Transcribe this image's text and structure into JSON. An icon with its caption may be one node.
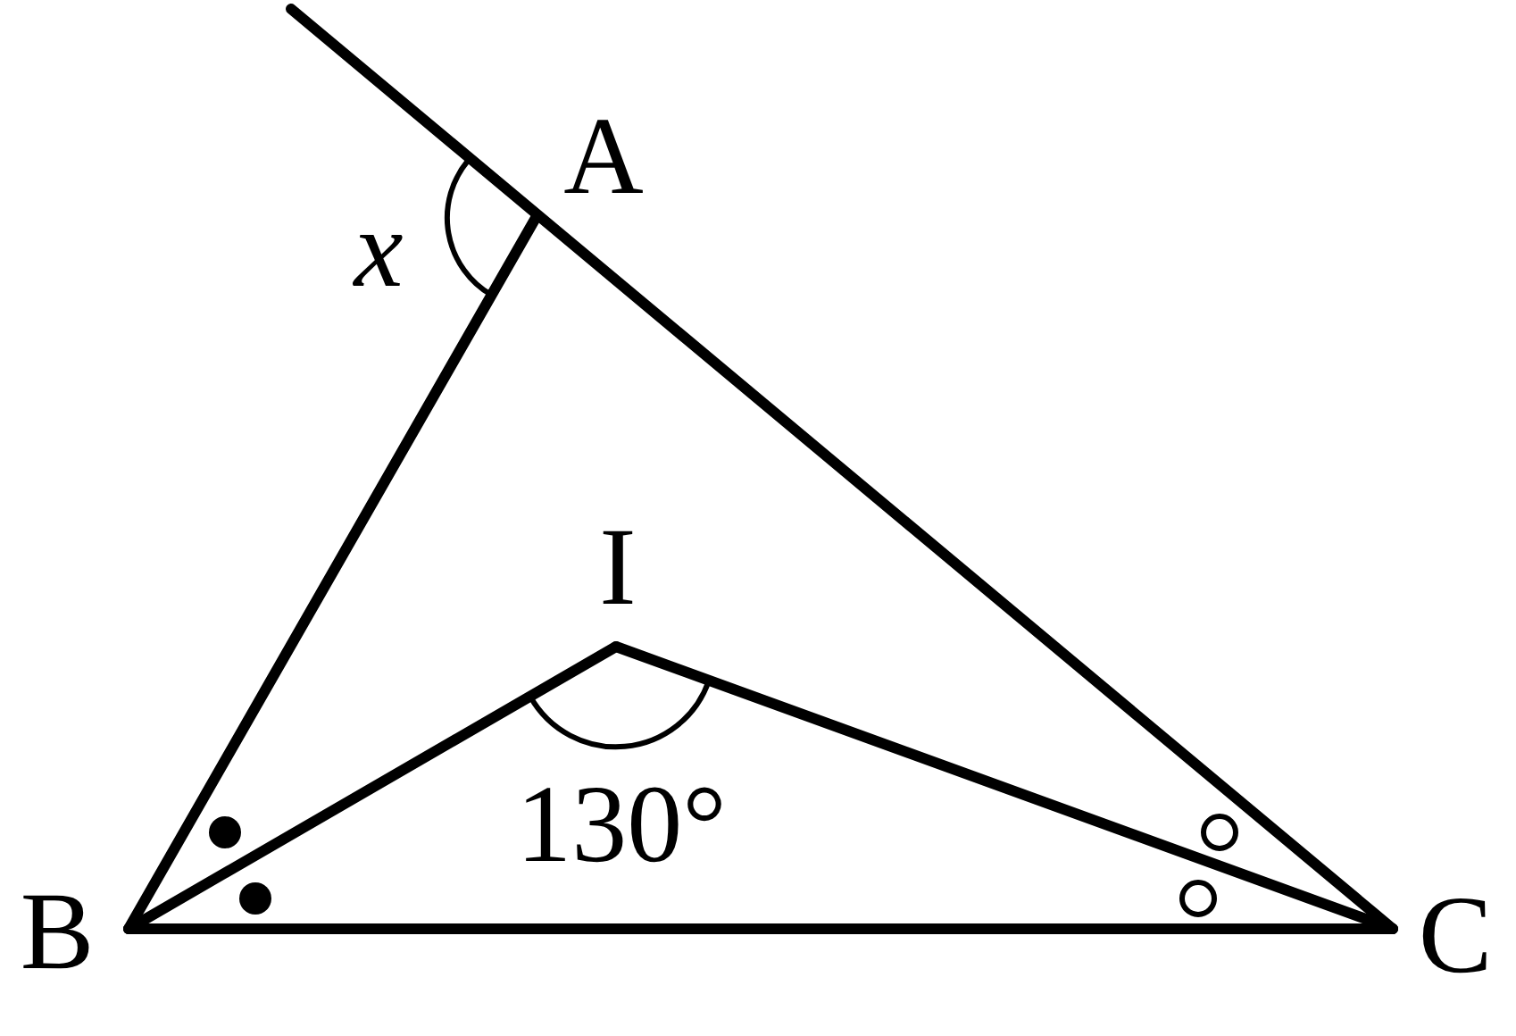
{
  "diagram": {
    "labels": [
      "A",
      "x",
      "I",
      "130°",
      "B",
      "C"
    ]
  }
}
